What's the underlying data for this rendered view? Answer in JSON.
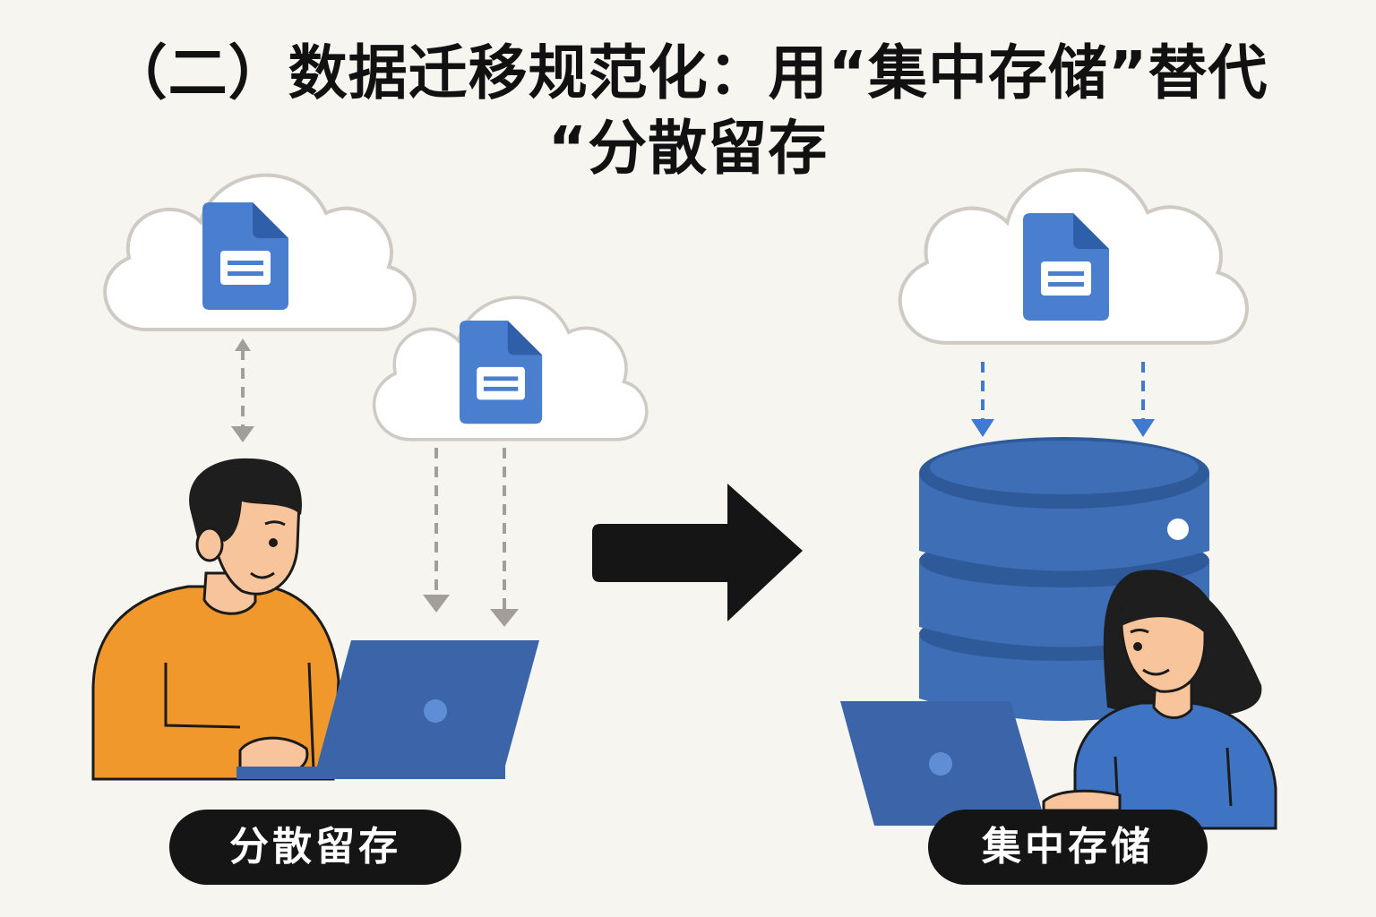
{
  "title": {
    "line1": "（二）数据迁移规范化：用“集中存储”替代",
    "line2": "“分散留存"
  },
  "labels": {
    "left": "分散留存",
    "right": "集中存储"
  },
  "icons": {
    "cloud": "cloud-icon",
    "document": "document-icon",
    "database": "database-icon",
    "arrow": "right-arrow-icon",
    "laptop": "laptop-icon",
    "person": "person-icon"
  },
  "colors": {
    "background": "#f7f5f0",
    "doc_blue": "#4a7fcf",
    "db_blue": "#3e6fb6",
    "laptop_blue": "#3b65a8",
    "orange_shirt": "#f0982c",
    "skin": "#f7c49b",
    "dashed_gray": "#a39e97",
    "dashed_blue": "#3f79d1",
    "pill_bg": "#151515"
  }
}
